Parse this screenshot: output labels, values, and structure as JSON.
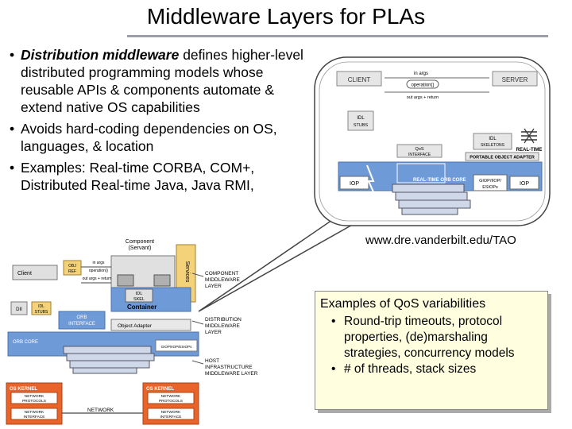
{
  "title": "Middleware Layers for PLAs",
  "bullets": [
    {
      "em": "Distribution middleware",
      "text": " defines higher-level distributed programming models whose reusable APIs & components automate & extend native OS capabilities"
    },
    {
      "em": "",
      "text": "Avoids hard-coding dependencies on OS, languages, & location"
    },
    {
      "em": "",
      "text": "Examples: Real-time CORBA, COM+, Distributed Real-time Java, Java RMI,"
    }
  ],
  "url": "www.dre.vanderbilt.edu/TAO",
  "qos": {
    "title": "Examples of QoS variabilities",
    "items": [
      "Round-trip timeouts, protocol properties, (de)marshaling strategies, concurrency models",
      "# of threads, stack sizes"
    ]
  },
  "tao_diagram": {
    "client": "CLIENT",
    "server": "SERVER",
    "in_args": "in args",
    "operation": "operation()",
    "out_args": "out args + return",
    "idl_stubs": "IDL STUBS",
    "idl_skeletons": "IDL SKELETONS",
    "qos_interface": "QoS INTERFACE",
    "realtime": "REAL-TIME",
    "poa": "PORTABLE OBJECT ADAPTER",
    "iop_left": "IOP",
    "orb_core": "REAL-TIME ORB CORE",
    "giop": "GIOP/IIOP/ ESIOPs",
    "iop_right": "IOP"
  },
  "layer_diagram": {
    "component": "Component (Servant)",
    "services": "Services",
    "client": "Client",
    "obj_ref": "OBJ REF",
    "in_args": "in args",
    "operation": "operation()",
    "out_args": "out args + return",
    "idl_skel": "IDL SKEL",
    "container": "Container",
    "dii": "DII",
    "idl_stubs": "IDL STUBS",
    "orb_interface": "ORB INTERFACE",
    "object_adapter": "Object Adapter",
    "orb_core": "ORB CORE",
    "gioop": "GIOP/IIOP/ESIOPs",
    "label_component": "COMPONENT MIDDLEWARE LAYER",
    "label_distribution": "DISTRIBUTION MIDDLEWARE LAYER",
    "label_host": "HOST INFRASTRUCTURE MIDDLEWARE LAYER",
    "os_left": "OS KERNEL",
    "os_right": "OS KERNEL",
    "np_left": "NETWORK PROTOCOLS",
    "np_right": "NETWORK PROTOCOLS",
    "ni_left": "NETWORK INTERFACE",
    "ni_right": "NETWORK INTERFACE",
    "network": "NETWORK"
  },
  "colors": {
    "accent_blue": "#5b8fd6",
    "orange": "#e8642a",
    "bubble_border": "#444444",
    "qos_bg": "#ffffe0"
  }
}
